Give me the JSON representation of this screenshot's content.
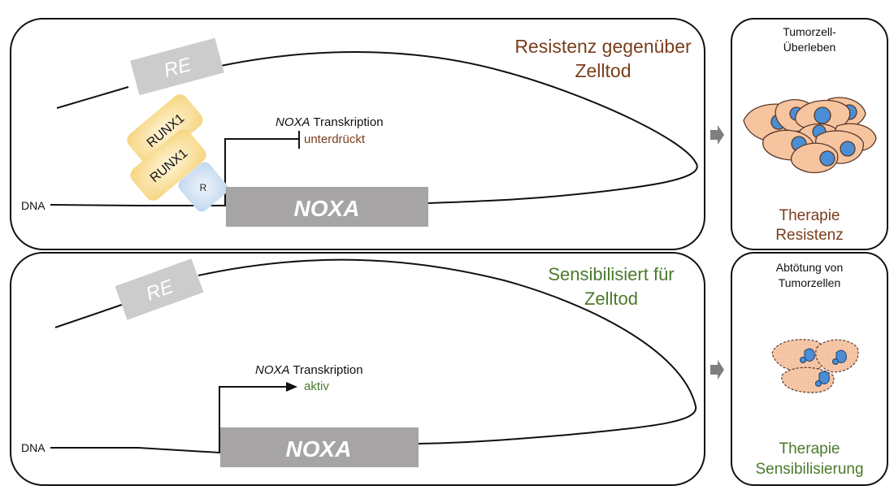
{
  "colors": {
    "resistance": "#7a3e1c",
    "sensitization": "#4a7a2c",
    "gene_box": "#a6a4a4",
    "re_box": "#cccccc",
    "runx1_fill": "#f8dc8c",
    "r_fill": "#cfe0f2",
    "cell_fill": "#f7c4a0",
    "nucleus_fill": "#4a8ed6",
    "arrow": "#7f7f7f"
  },
  "top_panel": {
    "title_line1": "Resistenz gegenüber",
    "title_line2": "Zelltod",
    "re_label": "RE",
    "runx1_label_1": "RUNX1",
    "runx1_label_2": "RUNX1",
    "r_label": "R",
    "dna_label": "DNA",
    "gene_label": "NOXA",
    "transcription_gene": "NOXA",
    "transcription_word": " Transkription",
    "transcription_state": "unterdrückt"
  },
  "bottom_panel": {
    "title_line1": "Sensibilisiert für",
    "title_line2": "Zelltod",
    "re_label": "RE",
    "dna_label": "DNA",
    "gene_label": "NOXA",
    "transcription_gene": "NOXA",
    "transcription_word": " Transkription",
    "transcription_state": "aktiv"
  },
  "top_outcome": {
    "header_line1": "Tumorzell-",
    "header_line2": "Überleben",
    "footer_line1": "Therapie",
    "footer_line2": "Resistenz"
  },
  "bottom_outcome": {
    "header_line1": "Abtötung von",
    "header_line2": "Tumorzellen",
    "footer_line1": "Therapie",
    "footer_line2": "Sensibilisierung"
  }
}
